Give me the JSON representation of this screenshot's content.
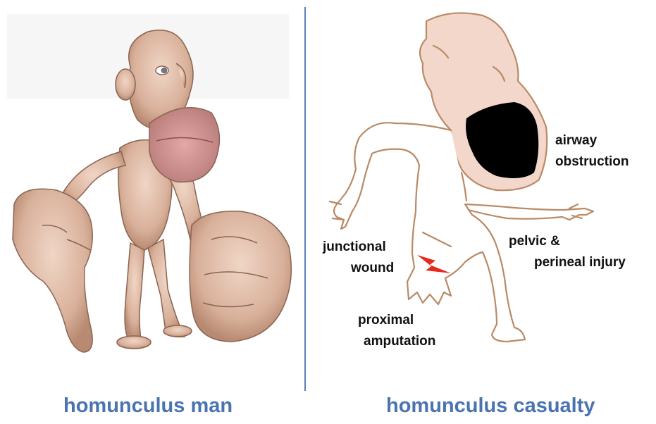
{
  "captions": {
    "left": "homunculus man",
    "right": "homunculus casualty"
  },
  "labels": {
    "airway": [
      "airway",
      "obstruction"
    ],
    "pelvic": [
      "pelvic &",
      "perineal injury"
    ],
    "junctional": [
      "junctional",
      "wound"
    ],
    "amputation": [
      "proximal",
      "amputation"
    ]
  },
  "colors": {
    "caption": "#4a74b0",
    "divider": "#5b82b8",
    "outline": "#b98a66",
    "skin_fill": "#f3d7cb",
    "wound": "#e8281a"
  }
}
